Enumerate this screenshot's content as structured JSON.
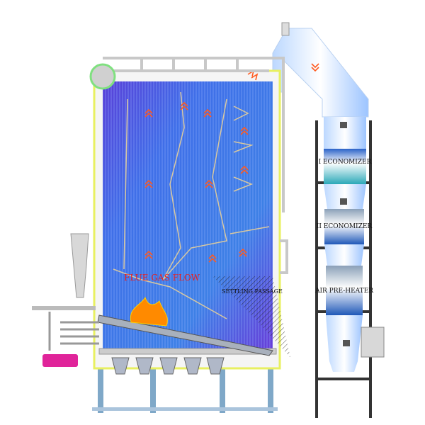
{
  "labels": {
    "flue_gas_flow": "FLUE GAS FLOW",
    "settling_passage": "SETTLING PASSAGE",
    "economizer_1": "I ECONOMIZER",
    "economizer_2": "II ECONOMIZER",
    "air_preheater": "AIR PRE-HEATER"
  },
  "colors": {
    "furnace_blue": "#3d5ee0",
    "furnace_edge": "#6a3ad8",
    "duct_light": "#dcecff",
    "flow_arrow": "#ff5a1f",
    "flame": "#ff8a00",
    "frame": "#333333",
    "feeder_pink": "#e0249a"
  },
  "icons": [
    "flow-arrow-icon",
    "flame-icon"
  ]
}
